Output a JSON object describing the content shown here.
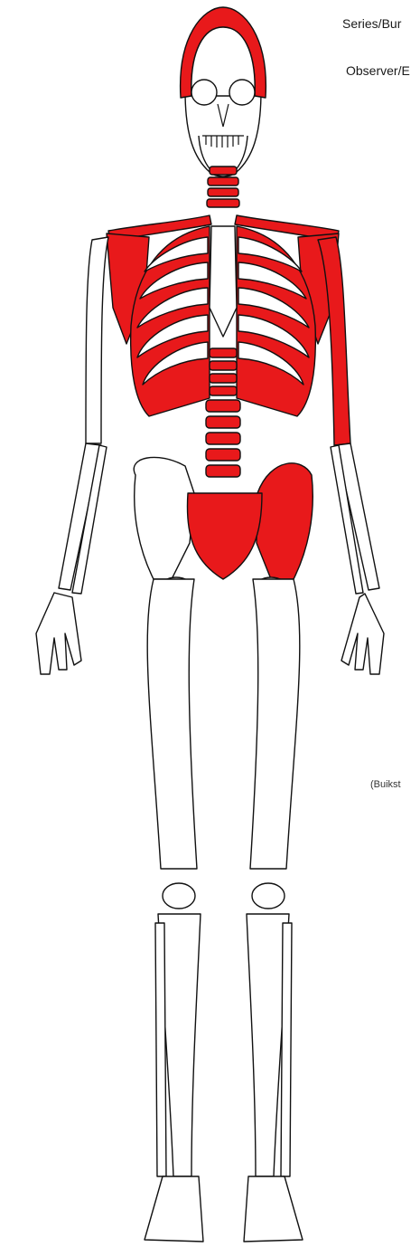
{
  "form": {
    "series_label": "Series/Bur",
    "observer_label": "Observer/E",
    "citation": "(Buikst"
  },
  "colors": {
    "marked_bone": "#e8191b",
    "outline": "#111111",
    "background": "#ffffff"
  },
  "marked_elements": [
    "cranial-vault",
    "cervical-vertebrae",
    "clavicles",
    "right-scapula",
    "left-scapula",
    "left-humerus",
    "ribs",
    "thoracic-vertebrae",
    "lumbar-vertebrae",
    "sacrum",
    "left-os-coxae"
  ]
}
